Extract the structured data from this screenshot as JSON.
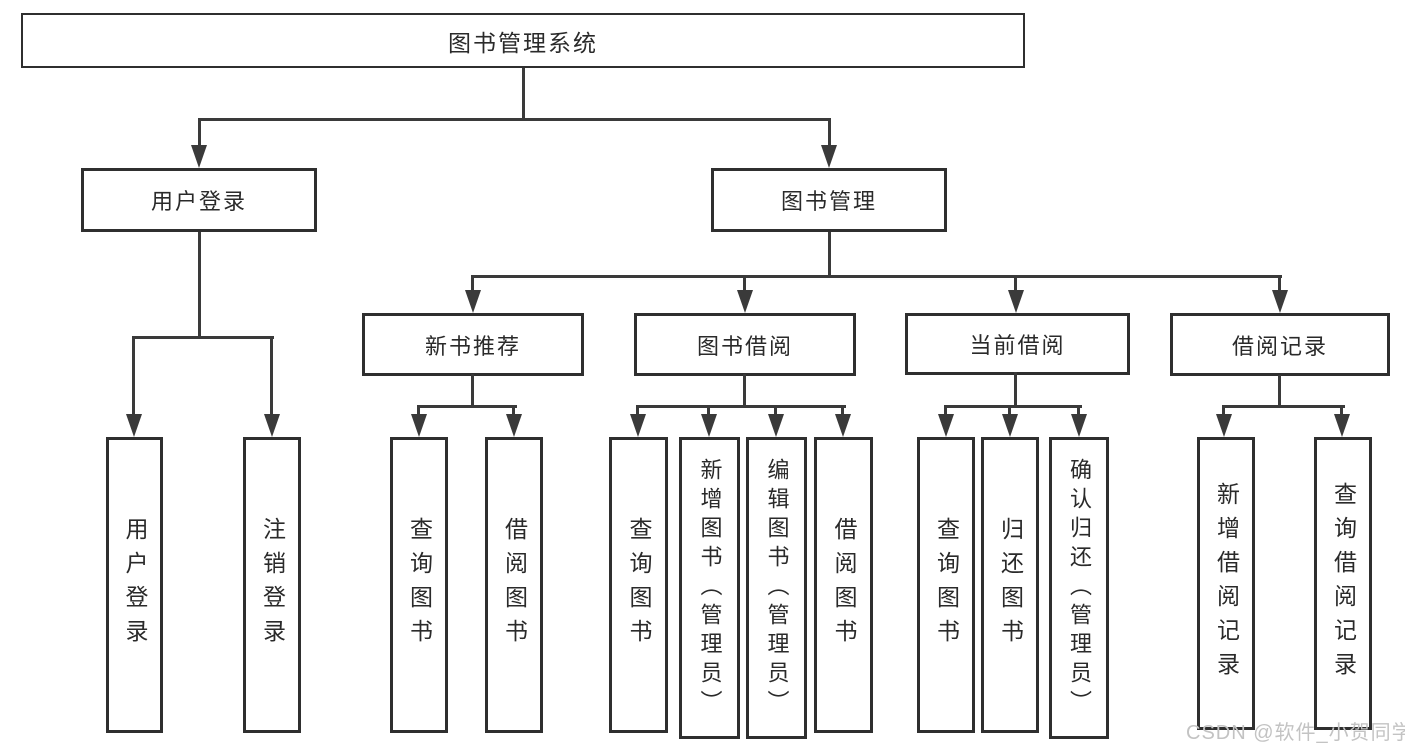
{
  "tree": {
    "root": {
      "label": "图书管理系统"
    },
    "children": [
      {
        "label": "用户登录",
        "children": [
          {
            "label": "用户登录"
          },
          {
            "label": "注销登录"
          }
        ]
      },
      {
        "label": "图书管理",
        "children": [
          {
            "label": "新书推荐",
            "children": [
              {
                "label": "查询图书"
              },
              {
                "label": "借阅图书"
              }
            ]
          },
          {
            "label": "图书借阅",
            "children": [
              {
                "label": "查询图书"
              },
              {
                "label": "新增图书（管理员）"
              },
              {
                "label": "编辑图书（管理员）"
              },
              {
                "label": "借阅图书"
              }
            ]
          },
          {
            "label": "当前借阅",
            "children": [
              {
                "label": "查询图书"
              },
              {
                "label": "归还图书"
              },
              {
                "label": "确认归还（管理员）"
              }
            ]
          },
          {
            "label": "借阅记录",
            "children": [
              {
                "label": "新增借阅记录"
              },
              {
                "label": "查询借阅记录"
              }
            ]
          }
        ]
      }
    ]
  },
  "watermark": "CSDN @软件_小贺同学",
  "colors": {
    "line": "#3a3a3a",
    "box_border": "#2f2f2f",
    "box_fill": "#ffffff",
    "text": "#2a2a2a",
    "watermark": "#c3c3c3",
    "background": "#ffffff"
  }
}
